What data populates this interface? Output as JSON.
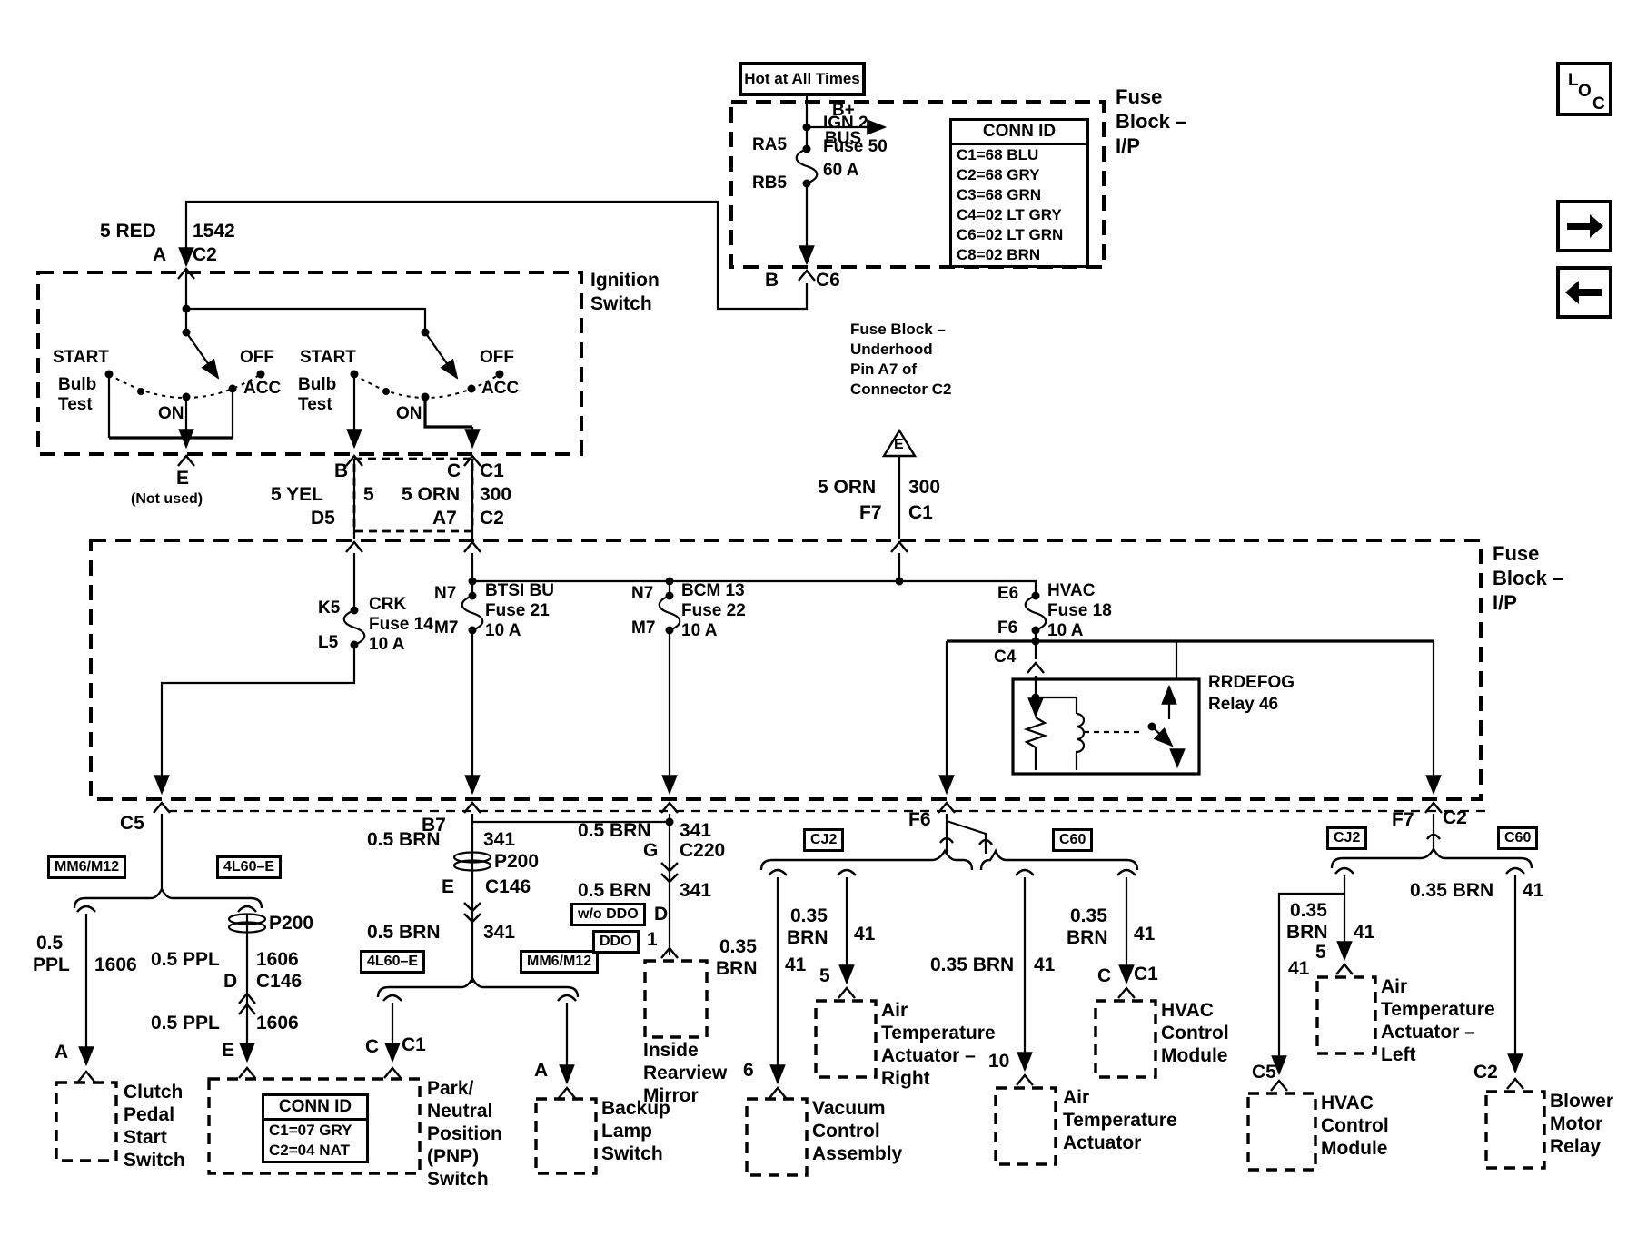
{
  "icons": {
    "loc": [
      "L",
      "O",
      "C"
    ]
  },
  "top": {
    "hot_label": "Hot at All Times",
    "fuse_block_label": [
      "Fuse",
      "Block –",
      "I/P"
    ],
    "bplus": "B+",
    "bus": "BUS",
    "ign_fuse": {
      "pin_top": "RA5",
      "pin_bottom": "RB5",
      "name": "IGN 2",
      "id": "Fuse 50",
      "amps": "60 A"
    },
    "conn_id": {
      "header": "CONN ID",
      "rows": [
        "C1=68 BLU",
        "C2=68 GRY",
        "C3=68 GRN",
        "C4=02 LT GRY",
        "C6=02 LT GRN",
        "C8=02 BRN"
      ]
    },
    "out_pin": "B",
    "out_conn": "C6"
  },
  "feed": {
    "wire": "5 RED",
    "circuit": "1542",
    "pin": "A",
    "conn": "C2"
  },
  "ign": {
    "label": [
      "Ignition",
      "Switch"
    ],
    "start": "START",
    "off": "OFF",
    "acc": "ACC",
    "on": "ON",
    "bulb": "Bulb",
    "test": "Test",
    "e_pin": "E",
    "e_note": "(Not used)",
    "b_pin": "B",
    "b_wire": "5 YEL",
    "b_size": "5",
    "b_term": "D5",
    "c_pin": "C",
    "c_conn": "C1",
    "c_wire": "5 ORN",
    "c_circuit": "300",
    "c_term": "A7",
    "c_conn2": "C2"
  },
  "underhood": {
    "label": [
      "Fuse Block –",
      "Underhood",
      "Pin A7 of",
      "Connector C2"
    ],
    "tri": "E",
    "wire": "5 ORN",
    "circuit": "300",
    "pin": "F7",
    "conn": "C1"
  },
  "fb": {
    "label": [
      "Fuse",
      "Block –",
      "I/P"
    ],
    "crk": {
      "top": "K5",
      "bottom": "L5",
      "l1": "CRK",
      "l2": "Fuse 14",
      "l3": "10 A"
    },
    "btsi": {
      "top": "N7",
      "bottom": "M7",
      "l1": "BTSI BU",
      "l2": "Fuse 21",
      "l3": "10 A"
    },
    "bcm": {
      "top": "N7",
      "bottom": "M7",
      "l1": "BCM 13",
      "l2": "Fuse 22",
      "l3": "10 A"
    },
    "hvac": {
      "top": "E6",
      "bottom": "F6",
      "l1": "HVAC",
      "l2": "Fuse 18",
      "l3": "10 A"
    },
    "relay": {
      "l1": "RRDEFOG",
      "l2": "Relay 46",
      "pin": "C4"
    },
    "pins": {
      "c5": "C5",
      "b7": "B7",
      "f6": "F6",
      "f7": "F7",
      "c2": "C2"
    }
  },
  "clutch": {
    "tag_mm6": "MM6/M12",
    "tag_4l60": "4L60–E",
    "size": "0.5",
    "color": "PPL",
    "circuit": "1606",
    "pin": "A",
    "label": [
      "Clutch",
      "Pedal",
      "Start",
      "Switch"
    ]
  },
  "pnp": {
    "wire": "0.5 PPL",
    "circuit": "1606",
    "grommet": "P200",
    "pin_d": "D",
    "conn": "C146",
    "pin_e": "E",
    "pin_c": "C",
    "conn_c1": "C1",
    "conn_id": {
      "header": "CONN ID",
      "rows": [
        "C1=07 GRY",
        "C2=04 NAT"
      ]
    },
    "label": [
      "Park/",
      "Neutral",
      "Position",
      "(PNP)",
      "Switch"
    ]
  },
  "b7": {
    "wire": "0.5 BRN",
    "circuit": "341",
    "grommet": "P200",
    "pin_e": "E",
    "conn": "C146",
    "tag_4l60": "4L60–E",
    "tag_mm6": "MM6/M12",
    "backup": {
      "pin": "A",
      "label": [
        "Backup",
        "Lamp",
        "Switch"
      ]
    }
  },
  "mirror": {
    "wire": "0.5 BRN",
    "circuit": "341",
    "pin_g": "G",
    "conn": "C220",
    "tag_wo": "w/o DDO",
    "pin_d": "D",
    "tag_ddo": "DDO",
    "pin_1": "1",
    "label": [
      "Inside",
      "Rearview",
      "Mirror"
    ]
  },
  "mid": {
    "tag_cj2": "CJ2",
    "tag_c60": "C60",
    "vac": {
      "size": "0.35",
      "color": "BRN",
      "circuit": "41",
      "pin": "6",
      "label": [
        "Vacuum",
        "Control",
        "Assembly"
      ]
    },
    "ata_r": {
      "size": "0.35",
      "color": "BRN",
      "circuit": "41",
      "pin": "5",
      "label": [
        "Air",
        "Temperature",
        "Actuator –",
        "Right"
      ]
    },
    "ata": {
      "wire": "0.35 BRN",
      "circuit": "41",
      "pin": "10",
      "label": [
        "Air",
        "Temperature",
        "Actuator"
      ]
    },
    "hcm": {
      "size": "0.35",
      "color": "BRN",
      "circuit": "41",
      "pin_c": "C",
      "conn": "C1",
      "label": [
        "HVAC",
        "Control",
        "Module"
      ]
    }
  },
  "right": {
    "tag_cj2": "CJ2",
    "tag_c60": "C60",
    "hcm": {
      "circuit": "41",
      "pin": "C5",
      "label": [
        "HVAC",
        "Control",
        "Module"
      ]
    },
    "ata_l": {
      "size": "0.35",
      "color": "BRN",
      "circuit": "41",
      "pin": "5",
      "label": [
        "Air",
        "Temperature",
        "Actuator –",
        "Left"
      ]
    },
    "blower": {
      "wire": "0.35 BRN",
      "circuit": "41",
      "pin": "C2",
      "label": [
        "Blower",
        "Motor",
        "Relay"
      ]
    }
  }
}
